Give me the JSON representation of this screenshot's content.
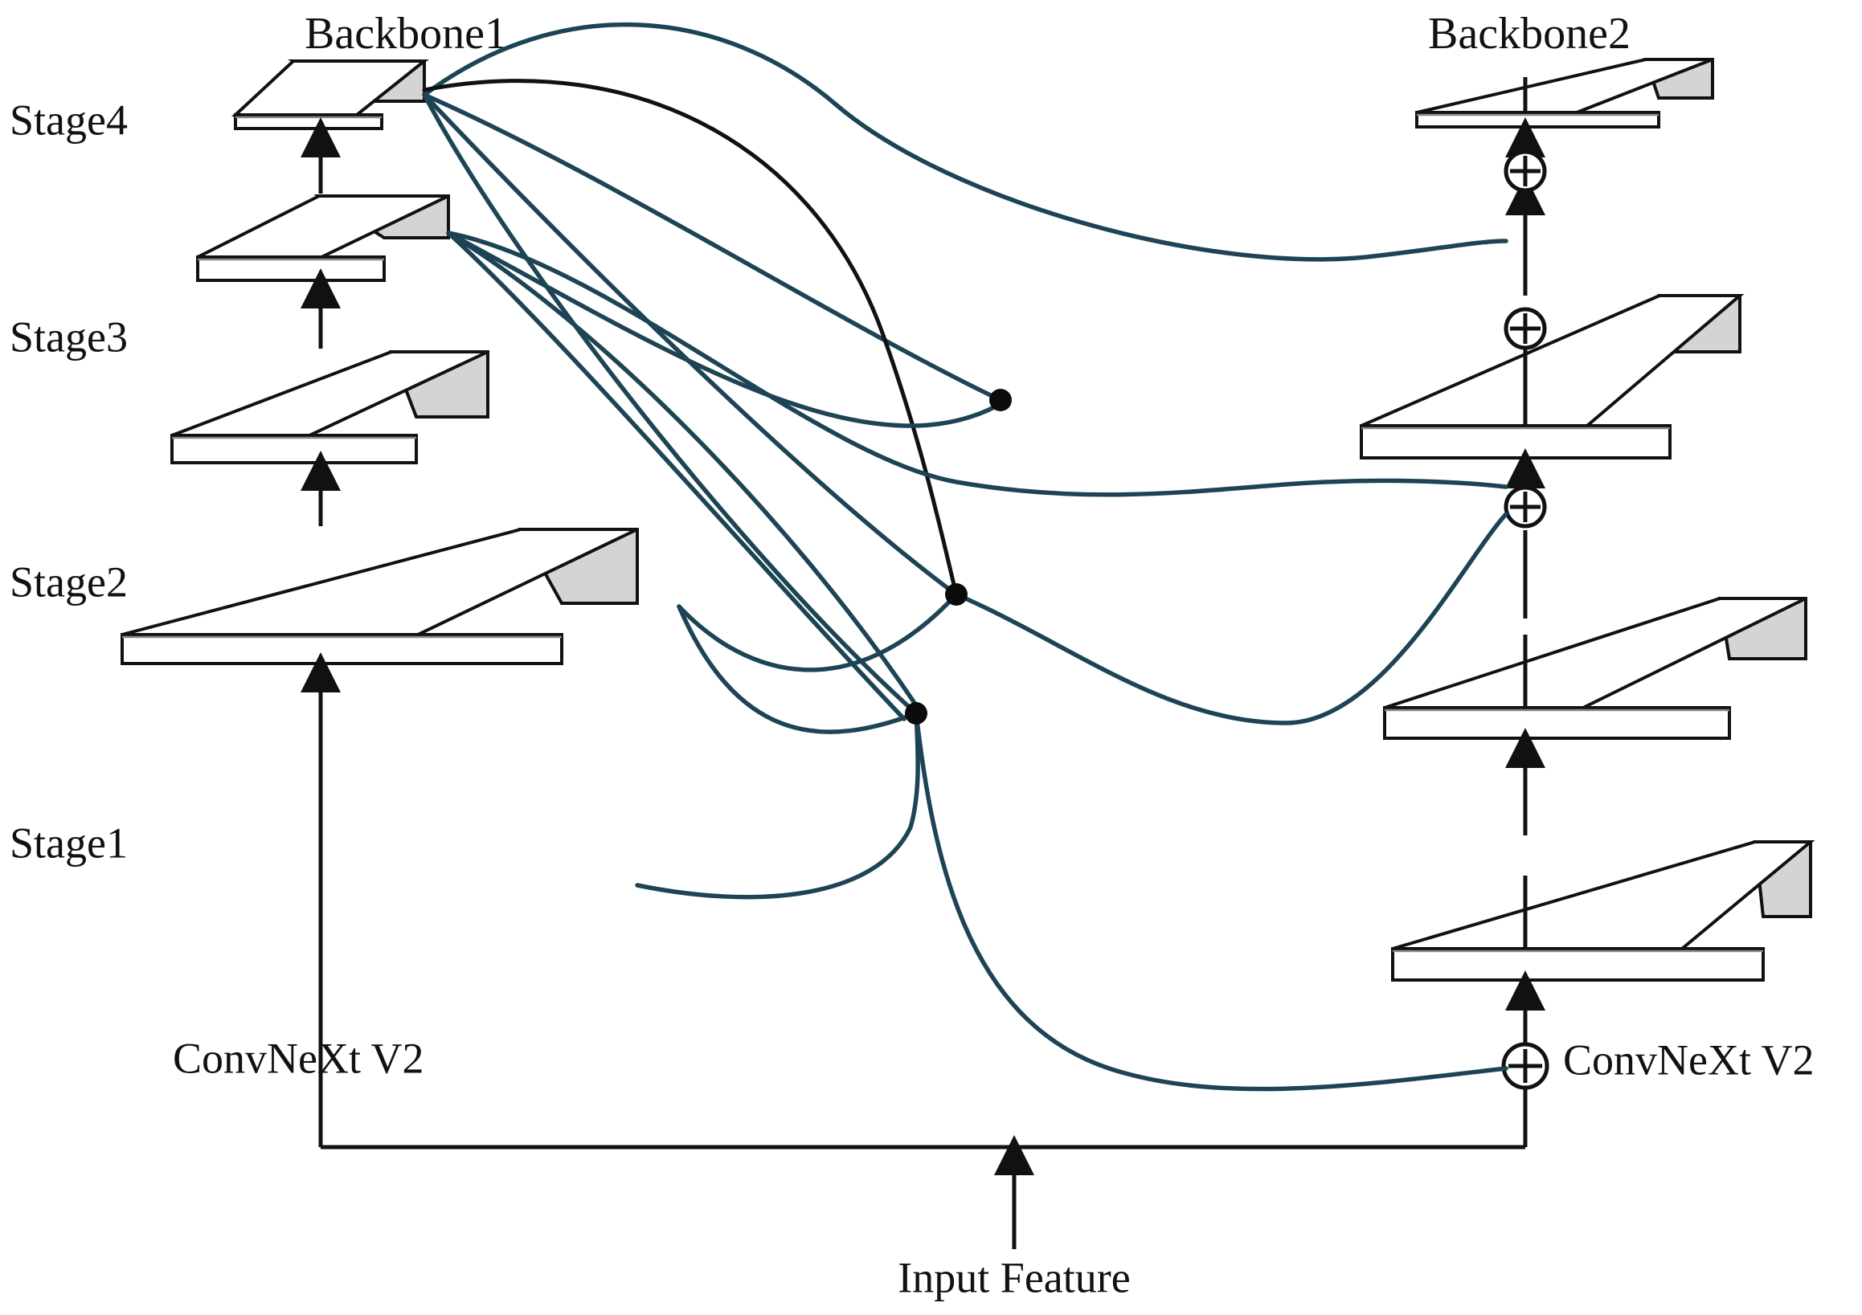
{
  "diagram": {
    "title_left": "Backbone1",
    "title_right": "Backbone2",
    "stage_labels": [
      "Stage4",
      "Stage3",
      "Stage2",
      "Stage1"
    ],
    "model_label_left": "ConvNeXt V2",
    "model_label_right": "ConvNeXt V2",
    "input_label": "Input Feature",
    "add_symbol": "+",
    "colors": {
      "line": "#111111",
      "connector": "#1d4455",
      "slab_side": "#d4d4d4",
      "slab_face": "#ffffff",
      "background": "#ffffff"
    },
    "backbone1_stages": [
      {
        "name": "Stage4",
        "label": "Stage4"
      },
      {
        "name": "Stage3",
        "label": "Stage3"
      },
      {
        "name": "Stage2",
        "label": "Stage2"
      },
      {
        "name": "Stage1",
        "label": "Stage1"
      }
    ],
    "backbone2_stages": [
      {
        "name": "Stage4",
        "label": "Stage4"
      },
      {
        "name": "Stage3",
        "label": "Stage3"
      },
      {
        "name": "Stage2",
        "label": "Stage2"
      },
      {
        "name": "Stage1",
        "label": "Stage1"
      }
    ],
    "add_nodes": [
      "add-stage4",
      "add-stage3",
      "add-stage2",
      "add-stage1"
    ],
    "junction_dots": 3
  }
}
